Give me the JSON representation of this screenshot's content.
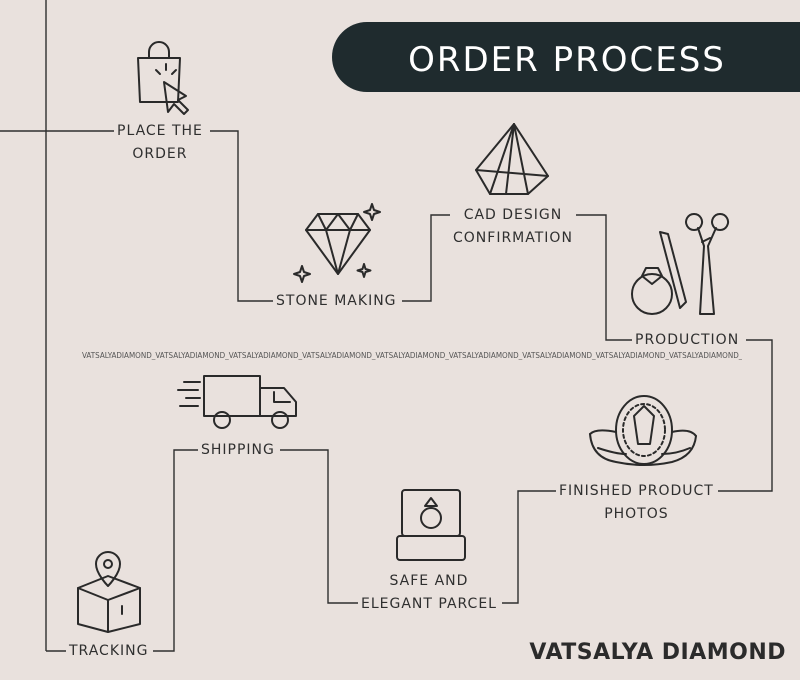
{
  "title": "ORDER PROCESS",
  "steps": {
    "place_order": "PLACE THE\nORDER",
    "stone_making": "STONE MAKING",
    "cad_design": "CAD DESIGN\nCONFIRMATION",
    "production": "PRODUCTION",
    "finished_photos": "FINISHED PRODUCT\nPHOTOS",
    "parcel": "SAFE AND\nELEGANT PARCEL",
    "shipping": "SHIPPING",
    "tracking": "TRACKING"
  },
  "watermark": "VATSALYADIAMOND_VATSALYADIAMOND_VATSALYADIAMOND_VATSALYADIAMOND_VATSALYADIAMOND_VATSALYADIAMOND_VATSALYADIAMOND_VATSALYADIAMOND_VATSALYADIAMOND_",
  "brand": "VATSALYA DIAMOND",
  "colors": {
    "background": "#e9e1dd",
    "title_bar": "#1f2b2e",
    "line": "#2f2f2f"
  },
  "icons": [
    "shopping-bag-cursor-icon",
    "diamond-sparkle-icon",
    "pyramid-gem-icon",
    "ring-tools-icon",
    "halo-ring-icon",
    "ring-box-icon",
    "delivery-truck-icon",
    "package-location-icon"
  ]
}
